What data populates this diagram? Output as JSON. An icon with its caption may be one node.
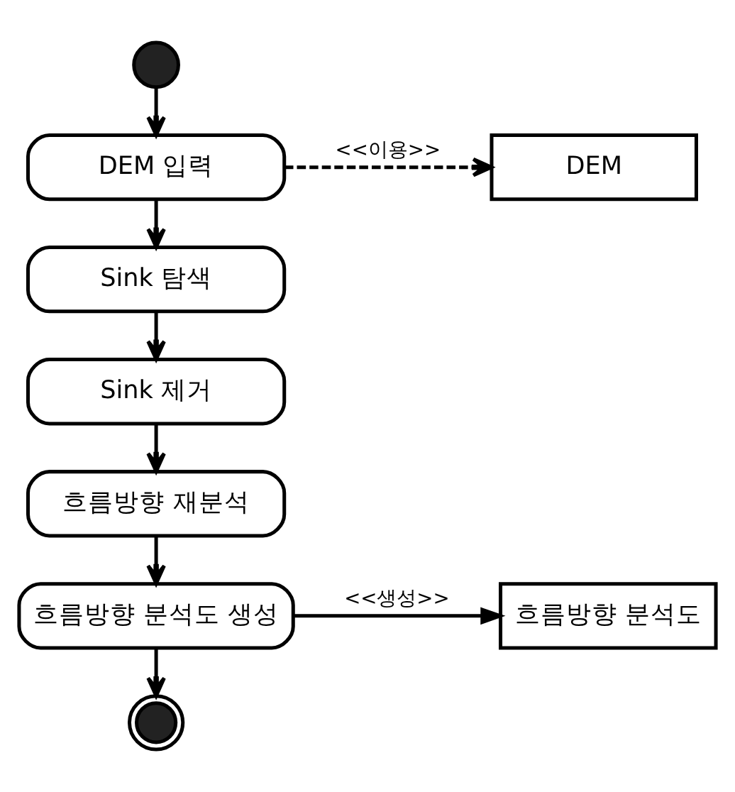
{
  "diagram": {
    "nodes": [
      {
        "text": [],
        "shape": "circle"
      },
      {
        "text": [
          "DEM 입력"
        ]
      },
      {
        "text": [
          "DEM"
        ]
      },
      {
        "text": [
          "Sink 탐색"
        ]
      },
      {
        "text": [
          "Sink 제거"
        ]
      },
      {
        "text": [
          "흐름방향 재분석"
        ]
      },
      {
        "text": [
          "흐름방향 분석도 생성"
        ]
      },
      {
        "text": [
          "흐름방향 분석도"
        ]
      },
      {
        "text": [],
        "shape": "circle"
      }
    ],
    "edges": [
      {
        "from": 0,
        "to": 1,
        "arrow": "to"
      },
      {
        "from": 1,
        "to": 2,
        "arrow": "to",
        "label": "<<이용>>",
        "style": "dashed"
      },
      {
        "from": 1,
        "to": 3,
        "arrow": "to"
      },
      {
        "from": 3,
        "to": 4,
        "arrow": "to"
      },
      {
        "from": 4,
        "to": 5,
        "arrow": "to"
      },
      {
        "from": 5,
        "to": 6,
        "arrow": "to"
      },
      {
        "from": 6,
        "to": 7,
        "arrow": "to",
        "label": "<<생성>>"
      },
      {
        "from": 6,
        "to": 8,
        "arrow": "to"
      }
    ]
  }
}
